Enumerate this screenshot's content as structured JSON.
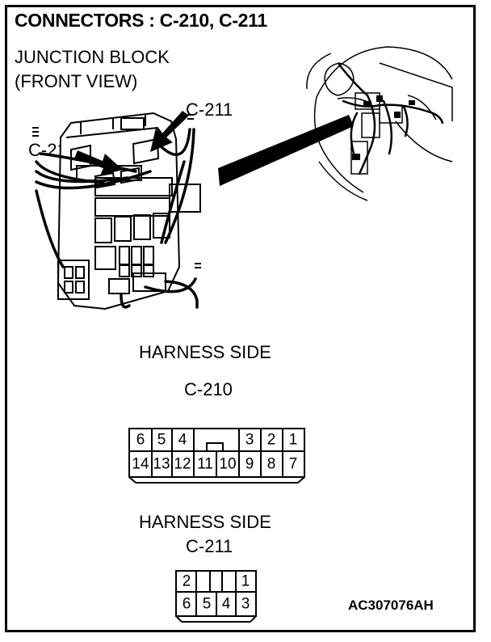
{
  "title": "CONNECTORS : C-210, C-211",
  "subtitle_line1": "JUNCTION BLOCK",
  "subtitle_line2": "(FRONT VIEW)",
  "callouts": {
    "c211": "C-211",
    "c210": "C-210"
  },
  "c210_section": {
    "heading": "HARNESS SIDE",
    "name": "C-210",
    "top_row_left": [
      "6",
      "5",
      "4"
    ],
    "top_row_right": [
      "3",
      "2",
      "1"
    ],
    "bottom_row": [
      "14",
      "13",
      "12",
      "11",
      "10",
      "9",
      "8",
      "7"
    ]
  },
  "c211_section": {
    "heading": "HARNESS SIDE",
    "name": "C-211",
    "top_row": [
      "2",
      "1"
    ],
    "bottom_row": [
      "6",
      "5",
      "4",
      "3"
    ]
  },
  "figure_code": "AC307076AH"
}
